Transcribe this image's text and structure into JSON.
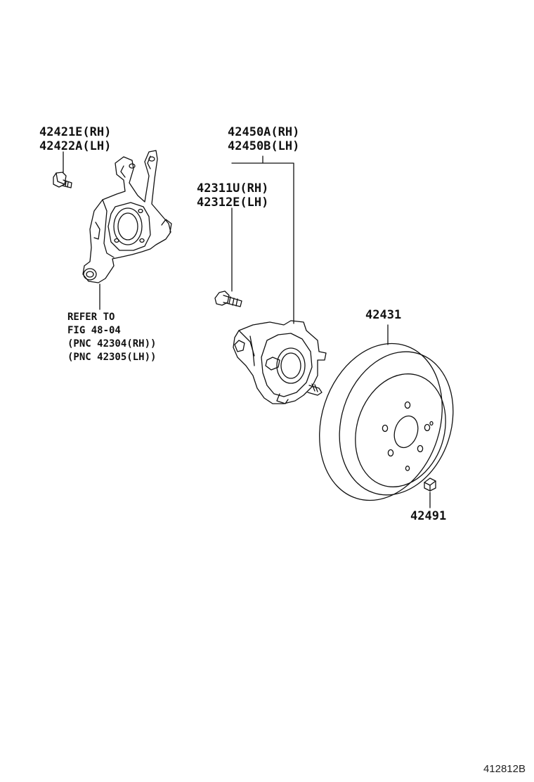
{
  "labels": {
    "knuckle_bolt_rh": "42421E(RH)",
    "knuckle_bolt_lh": "42422A(LH)",
    "hub_rh": "42450A(RH)",
    "hub_lh": "42450B(LH)",
    "hub_bolt_rh": "42311U(RH)",
    "hub_bolt_lh": "42312E(LH)",
    "refer_line1": "REFER TO",
    "refer_line2": "FIG 48-04",
    "refer_line3": "(PNC 42304(RH))",
    "refer_line4": "(PNC 42305(LH))",
    "disc": "42431",
    "plug": "42491"
  },
  "figure_id": "412812B"
}
